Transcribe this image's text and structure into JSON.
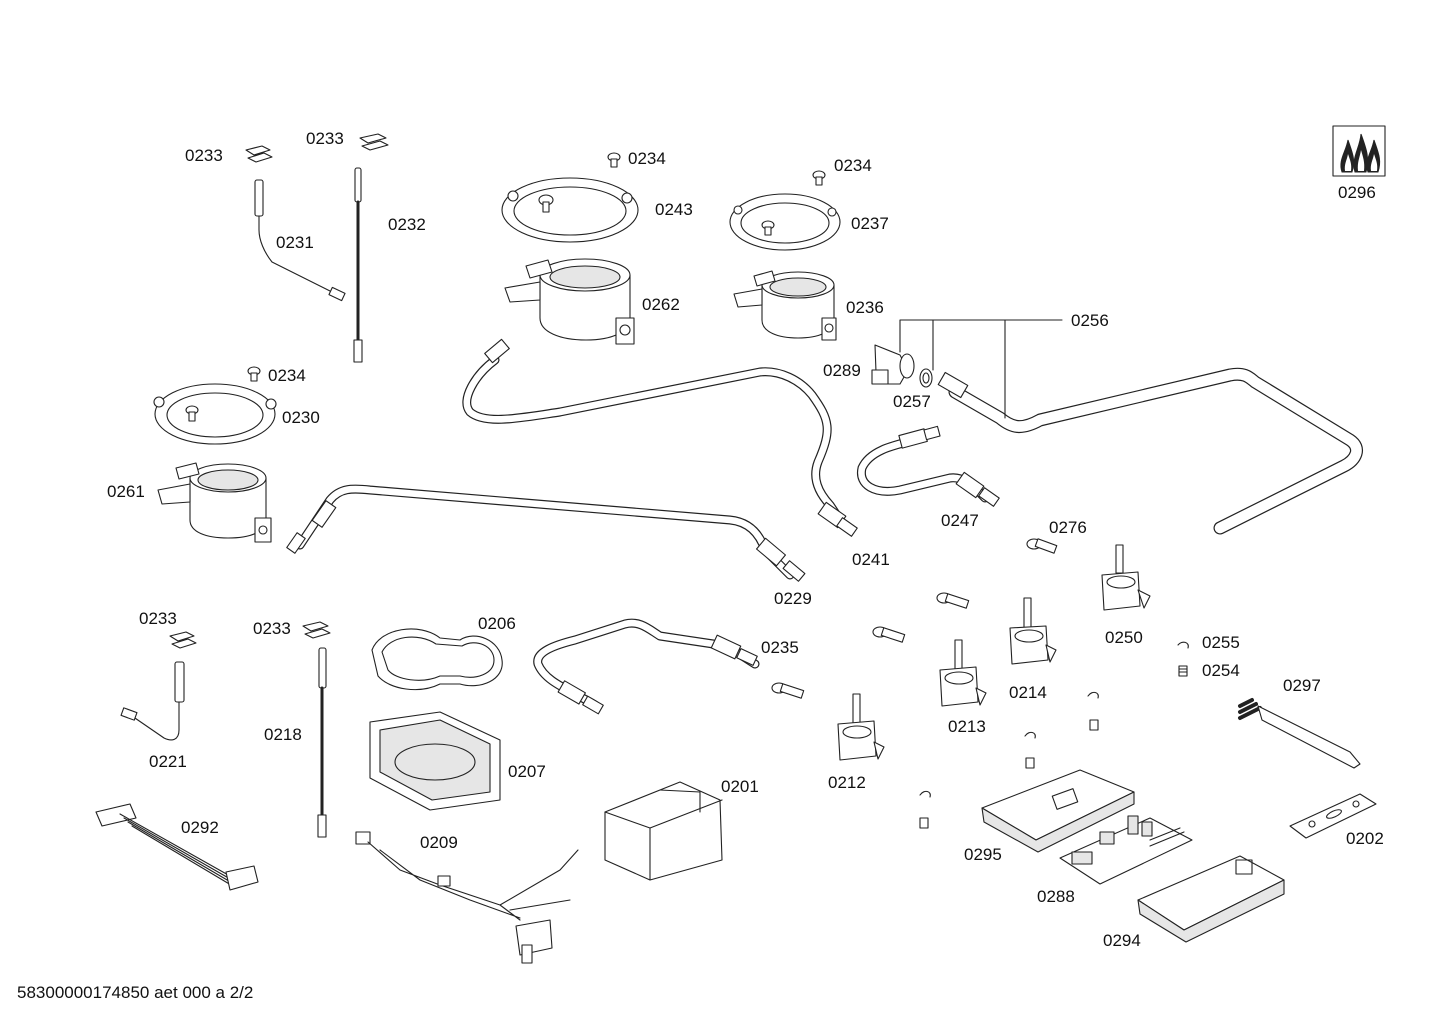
{
  "labels": {
    "p0233_a": "0233",
    "p0233_b": "0233",
    "p0233_c": "0233",
    "p0233_d": "0233",
    "p0231": "0231",
    "p0232": "0232",
    "p0234_a": "0234",
    "p0234_b": "0234",
    "p0234_c": "0234",
    "p0243": "0243",
    "p0237": "0237",
    "p0262": "0262",
    "p0236": "0236",
    "p0256": "0256",
    "p0289": "0289",
    "p0257": "0257",
    "p0230": "0230",
    "p0261": "0261",
    "p0241": "0241",
    "p0247": "0247",
    "p0276": "0276",
    "p0229": "0229",
    "p0206": "0206",
    "p0235": "0235",
    "p0250": "0250",
    "p0255": "0255",
    "p0254": "0254",
    "p0297": "0297",
    "p0218": "0218",
    "p0214": "0214",
    "p0213": "0213",
    "p0221": "0221",
    "p0207": "0207",
    "p0212": "0212",
    "p0201": "0201",
    "p0292": "0292",
    "p0209": "0209",
    "p0295": "0295",
    "p0202": "0202",
    "p0288": "0288",
    "p0294": "0294",
    "p0296": "0296"
  },
  "footer": "58300000174850 aet 000 a 2/2"
}
